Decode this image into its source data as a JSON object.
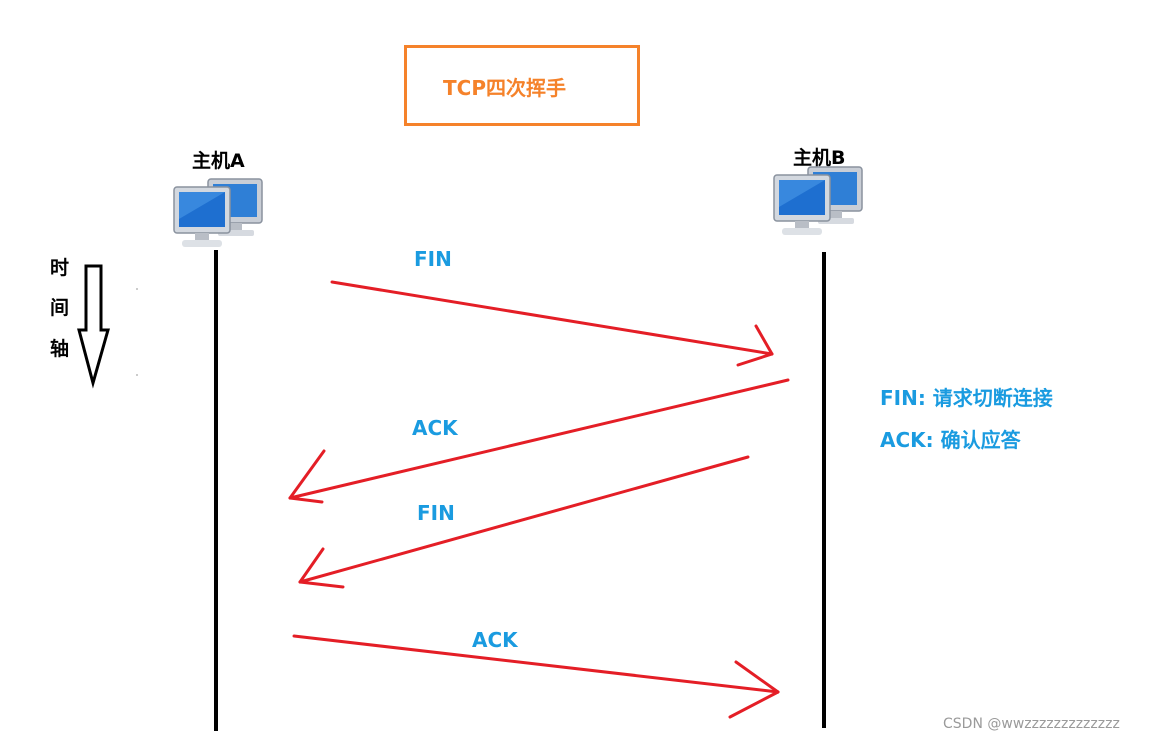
{
  "title": "TCP四次挥手",
  "hosts": {
    "a": "主机A",
    "b": "主机B"
  },
  "time_axis": [
    "时",
    "间",
    "轴"
  ],
  "messages": [
    "FIN",
    "ACK",
    "FIN",
    "ACK"
  ],
  "legend": {
    "fin": "FIN: 请求切断连接",
    "ack": "ACK: 确认应答"
  },
  "watermark": "CSDN @wwzzzzzzzzzzzzz",
  "colors": {
    "title": "#f5822a",
    "label": "#1a9be0",
    "arrow": "#e41e26",
    "line": "#000000"
  },
  "icons": {
    "host_a": "computer-icon",
    "host_b": "computer-icon"
  }
}
